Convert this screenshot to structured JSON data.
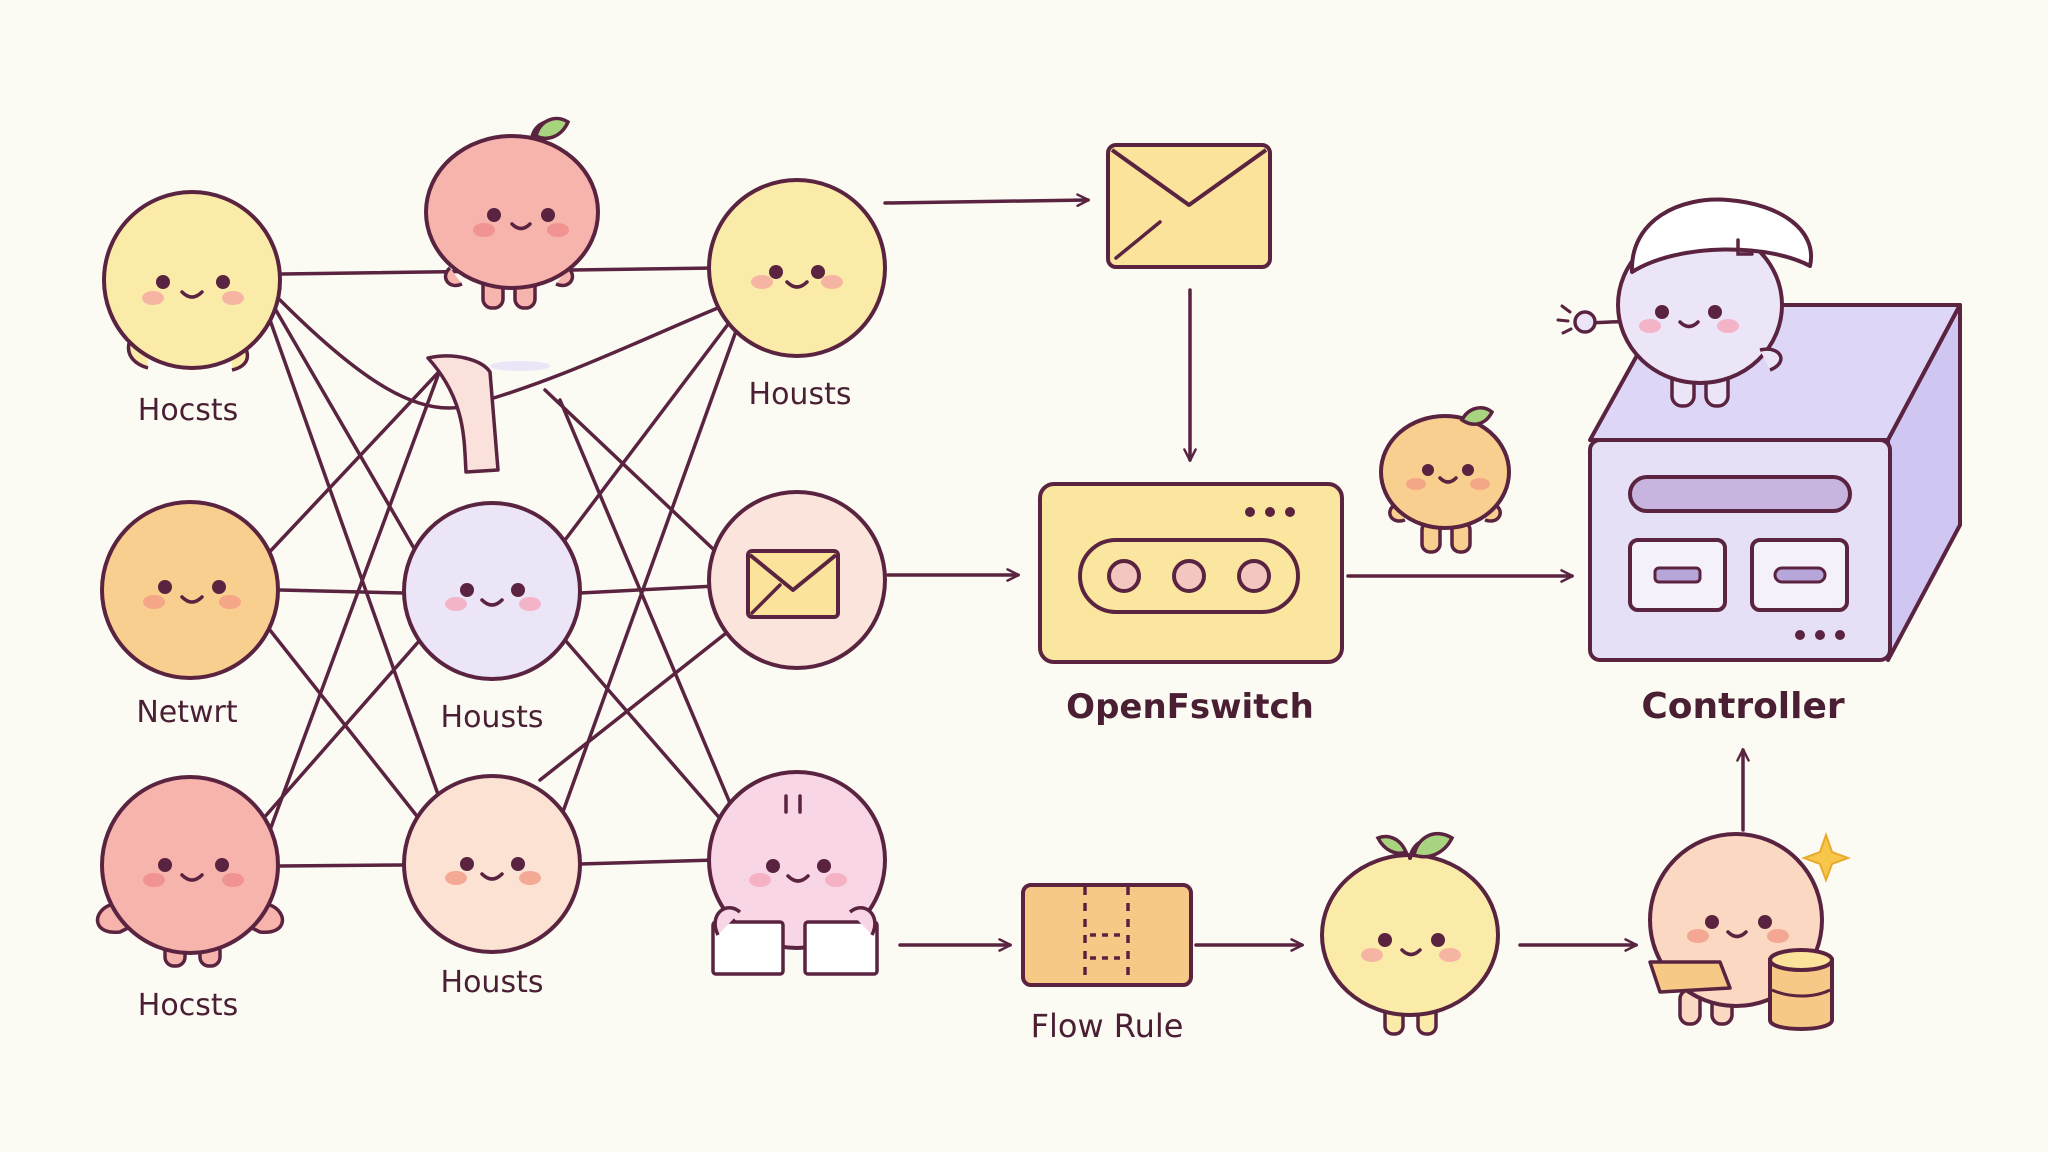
{
  "labels": {
    "hosts_top_left": "Hocsts",
    "network": "Netwrt",
    "hosts_bottom_left": "Hocsts",
    "hosts_top_right": "Housts",
    "hosts_center": "Housts",
    "hosts_bottom_center": "Housts",
    "switch": "OpenFswitch",
    "controller": "Controller",
    "flow_rule": "Flow Rule"
  },
  "colors": {
    "outline": "#5a2340",
    "background": "#fbfbf3",
    "yellow": "#fbeba9",
    "orange": "#f8cf8e",
    "peach": "#fbd8c2",
    "pink": "#f7b4ad",
    "lavender": "#ece4f7",
    "rose": "#f8d6e6",
    "switch_fill": "#fbe6a0",
    "controller_front": "#e6e0f7",
    "controller_side": "#cfc7f2",
    "flow_box": "#f6c987",
    "envelope": "#fbe39c"
  },
  "icons": [
    "envelope-icon",
    "leaf-icon",
    "sparkle-icon"
  ]
}
